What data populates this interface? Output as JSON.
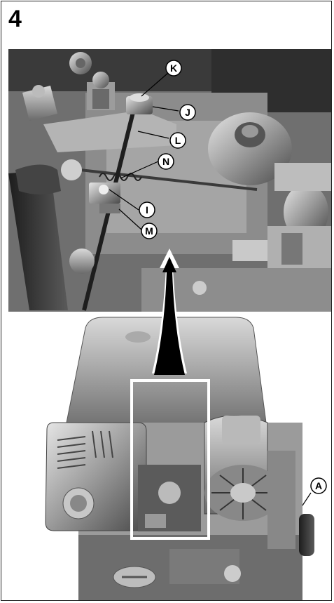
{
  "figure": {
    "step_number": "4",
    "callouts": {
      "K": "K",
      "J": "J",
      "L": "L",
      "N": "N",
      "I": "I",
      "M": "M",
      "A": "A"
    }
  },
  "colors": {
    "engine_dark": "#2b2b2b",
    "engine_mid": "#8a8a8a",
    "engine_light": "#cfcfcf",
    "arrow": "#000000",
    "highlight_box": "#ffffff"
  }
}
